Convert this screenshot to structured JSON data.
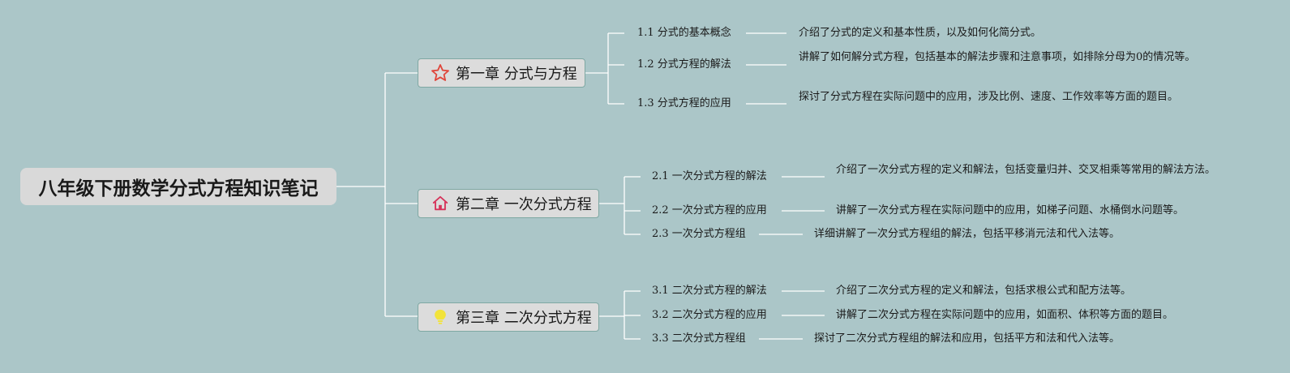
{
  "root": {
    "title": "八年级下册数学分式方程知识笔记"
  },
  "chapters": [
    {
      "title": "第一章 分式与方程",
      "icon": "star-icon",
      "icon_color": "#e0453a",
      "sections": [
        {
          "title": "1.1 分式的基本概念",
          "desc": "介绍了分式的定义和基本性质，以及如何化简分式。"
        },
        {
          "title": "1.2 分式方程的解法",
          "desc": "讲解了如何解分式方程，包括基本的解法步骤和注意事项，如排除分母为0的情况等。"
        },
        {
          "title": "1.3 分式方程的应用",
          "desc": "探讨了分式方程在实际问题中的应用，涉及比例、速度、工作效率等方面的题目。"
        }
      ]
    },
    {
      "title": "第二章 一次分式方程",
      "icon": "home-icon",
      "icon_color": "#d6335a",
      "sections": [
        {
          "title": "2.1 一次分式方程的解法",
          "desc": "介绍了一次分式方程的定义和解法，包括变量归并、交叉相乘等常用的解法方法。"
        },
        {
          "title": "2.2 一次分式方程的应用",
          "desc": "讲解了一次分式方程在实际问题中的应用，如梯子问题、水桶倒水问题等。"
        },
        {
          "title": "2.3 一次分式方程组",
          "desc": "详细讲解了一次分式方程组的解法，包括平移消元法和代入法等。"
        }
      ]
    },
    {
      "title": "第三章 二次分式方程",
      "icon": "lightbulb-icon",
      "icon_color": "#f2e33a",
      "sections": [
        {
          "title": "3.1 二次分式方程的解法",
          "desc": "介绍了二次分式方程的定义和解法，包括求根公式和配方法等。"
        },
        {
          "title": "3.2 二次分式方程的应用",
          "desc": "讲解了二次分式方程在实际问题中的应用，如面积、体积等方面的题目。"
        },
        {
          "title": "3.3 二次分式方程组",
          "desc": "探讨了二次分式方程组的解法和应用，包括平方和法和代入法等。"
        }
      ]
    }
  ],
  "colors": {
    "background": "#abc6c8",
    "connector": "#ffffff",
    "node_fill": "#dcdcdc",
    "node_border": "#7fa8a3"
  }
}
